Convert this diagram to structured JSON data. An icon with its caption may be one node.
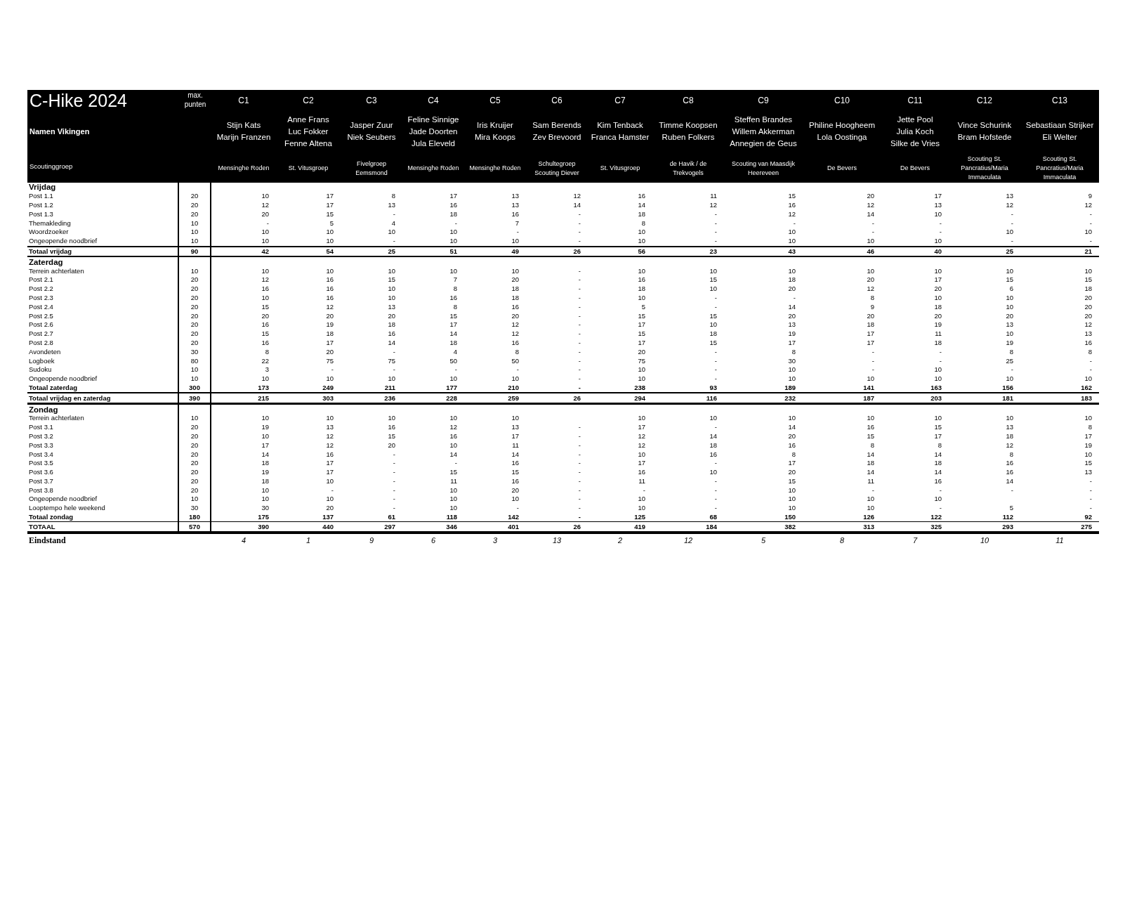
{
  "diagram": {
    "title": "C-Hike 2024",
    "labels": [
      "max. punten",
      "C1",
      "C2",
      "C3",
      "C4",
      "C5",
      "C6",
      "C7",
      "C8",
      "C9",
      "C10",
      "C11",
      "C12",
      "C13",
      "Namen Vikingen",
      "Stijn Kats",
      "Marijn Franzen",
      "Anne Frans",
      "Luc Fokker",
      "Fenne Altena",
      "Jasper Zuur",
      "Niek Seubers",
      "Feline Sinnige",
      "Jade Doorten",
      "Jula Eleveld",
      "Iris Kruijer",
      "Mira Koops",
      "Sam Berends",
      "Zev Brevoord",
      "Kim Tenback",
      "Franca Hamster",
      "Timme Koopsen",
      "Ruben Folkers",
      "Steffen Brandes",
      "Willem Akkerman",
      "Annegien de Geus",
      "Philine Hoogheem",
      "Lola Oostinga",
      "Jette Pool",
      "Julia Koch",
      "Silke de Vries",
      "Vince Schurink",
      "Bram Hofstede",
      "Sebastiaan Strijker",
      "Eli Welter",
      "Scoutinggroep",
      "Mensinghe Roden",
      "St. Vitusgroep",
      "Fivelgroep Eemsmond",
      "Mensinghe Roden",
      "Mensinghe Roden",
      "Schultegroep Scouting Diever",
      "St. Vitusgroep",
      "de Havik / de Trekvogels",
      "Scouting van Maasdijk Heereveen",
      "De Bevers",
      "De Bevers",
      "Scouting St. Pancratius/Maria Immaculata",
      "Scouting St. Pancratius/Maria Immaculata",
      "Vrijdag",
      "Post 1.1",
      "20",
      "10",
      "17",
      "8",
      "17",
      "13",
      "12",
      "16",
      "11",
      "15",
      "20",
      "17",
      "13",
      "9",
      "Post 1.2",
      "20",
      "12",
      "17",
      "13",
      "16",
      "13",
      "14",
      "14",
      "12",
      "16",
      "12",
      "13",
      "12",
      "12",
      "Post 1.3",
      "20",
      "20",
      "15",
      "-",
      "18",
      "16",
      "-",
      "18",
      "-",
      "12",
      "14",
      "10",
      "-",
      "-",
      "Themakleding",
      "10",
      "-",
      "5",
      "4",
      "-",
      "7",
      "-",
      "8",
      "-",
      "-",
      "-",
      "-",
      "-",
      "-",
      "Woordzoeker",
      "10",
      "10",
      "10",
      "10",
      "10",
      "-",
      "-",
      "10",
      "-",
      "10",
      "-",
      "-",
      "10",
      "10",
      "Ongeopende noodbrief",
      "10",
      "10",
      "10",
      "-",
      "10",
      "10",
      "-",
      "10",
      "-",
      "10",
      "10",
      "10",
      "-",
      "-",
      "Totaal vrijdag",
      "90",
      "42",
      "54",
      "25",
      "51",
      "49",
      "26",
      "56",
      "23",
      "43",
      "46",
      "40",
      "25",
      "21",
      "Zaterdag",
      "Terrein achterlaten",
      "10",
      "10",
      "10",
      "10",
      "10",
      "10",
      "-",
      "10",
      "10",
      "10",
      "10",
      "10",
      "10",
      "10",
      "Post 2.1",
      "20",
      "12",
      "16",
      "15",
      "7",
      "20",
      "-",
      "16",
      "15",
      "18",
      "20",
      "17",
      "15",
      "15",
      "Post 2.2",
      "20",
      "16",
      "16",
      "10",
      "8",
      "18",
      "-",
      "18",
      "10",
      "20",
      "12",
      "20",
      "6",
      "18",
      "Post 2.3",
      "20",
      "10",
      "16",
      "10",
      "16",
      "18",
      "-",
      "10",
      "-",
      "-",
      "8",
      "10",
      "10",
      "20",
      "Post 2.4",
      "20",
      "15",
      "12",
      "13",
      "8",
      "16",
      "-",
      "5",
      "-",
      "14",
      "9",
      "18",
      "10",
      "20",
      "Post 2.5",
      "20",
      "20",
      "20",
      "20",
      "15",
      "20",
      "-",
      "15",
      "15",
      "20",
      "20",
      "20",
      "20",
      "20",
      "Post 2.6",
      "20",
      "16",
      "19",
      "18",
      "17",
      "12",
      "-",
      "17",
      "10",
      "13",
      "18",
      "19",
      "13",
      "12",
      "Post 2.7",
      "20",
      "15",
      "18",
      "16",
      "14",
      "12",
      "-",
      "15",
      "18",
      "19",
      "17",
      "11",
      "10",
      "13",
      "Post 2.8",
      "20",
      "16",
      "17",
      "14",
      "18",
      "16",
      "-",
      "17",
      "15",
      "17",
      "17",
      "18",
      "19",
      "16",
      "Avondeten",
      "30",
      "8",
      "20",
      "-",
      "4",
      "8",
      "-",
      "20",
      "-",
      "8",
      "-",
      "-",
      "8",
      "8",
      "Logboek",
      "80",
      "22",
      "75",
      "75",
      "50",
      "50",
      "-",
      "75",
      "-",
      "30",
      "-",
      "-",
      "25",
      "-",
      "Sudoku",
      "10",
      "3",
      "-",
      "-",
      "-",
      "-",
      "-",
      "10",
      "-",
      "10",
      "-",
      "10",
      "-",
      "-",
      "Ongeopende noodbrief",
      "10",
      "10",
      "10",
      "10",
      "10",
      "10",
      "-",
      "10",
      "-",
      "10",
      "10",
      "10",
      "10",
      "10",
      "Totaal zaterdag",
      "300",
      "173",
      "249",
      "211",
      "177",
      "210",
      "-",
      "238",
      "93",
      "189",
      "141",
      "163",
      "156",
      "162",
      "Totaal vrijdag en zaterdag",
      "390",
      "215",
      "303",
      "236",
      "228",
      "259",
      "26",
      "294",
      "116",
      "232",
      "187",
      "203",
      "181",
      "183",
      "Zondag",
      "Terrein achterlaten",
      "10",
      "10",
      "10",
      "10",
      "10",
      "10",
      "10",
      "10",
      "10",
      "10",
      "10",
      "10",
      "10",
      "Post 3.1",
      "20",
      "19",
      "13",
      "16",
      "12",
      "13",
      "-",
      "17",
      "-",
      "14",
      "16",
      "15",
      "13",
      "8",
      "Post 3.2",
      "20",
      "10",
      "12",
      "15",
      "16",
      "17",
      "-",
      "12",
      "14",
      "20",
      "15",
      "17",
      "18",
      "17",
      "Post 3.3",
      "20",
      "17",
      "12",
      "20",
      "10",
      "11",
      "-",
      "12",
      "18",
      "16",
      "8",
      "8",
      "12",
      "19",
      "Post 3.4",
      "20",
      "14",
      "16",
      "-",
      "14",
      "14",
      "-",
      "10",
      "16",
      "8",
      "14",
      "14",
      "8",
      "10",
      "Post 3.5",
      "20",
      "18",
      "17",
      "-",
      "-",
      "16",
      "-",
      "17",
      "-",
      "17",
      "18",
      "18",
      "16",
      "15",
      "Post 3.6",
      "20",
      "19",
      "17",
      "-",
      "15",
      "15",
      "-",
      "16",
      "10",
      "20",
      "14",
      "14",
      "16",
      "13",
      "Post 3.7",
      "20",
      "18",
      "10",
      "-",
      "11",
      "16",
      "-",
      "11",
      "-",
      "15",
      "11",
      "16",
      "14",
      "-",
      "Post 3.8",
      "20",
      "10",
      "-",
      "-",
      "10",
      "20",
      "-",
      "-",
      "-",
      "10",
      "-",
      "-",
      "-",
      "-",
      "Ongeopende noodbrief",
      "10",
      "10",
      "10",
      "-",
      "10",
      "10",
      "-",
      "10",
      "-",
      "10",
      "10",
      "10",
      "-",
      "Looptempo hele weekend",
      "30",
      "30",
      "20",
      "-",
      "10",
      "-",
      "-",
      "10",
      "-",
      "10",
      "10",
      "-",
      "5",
      "-",
      "Totaal zondag",
      "180",
      "175",
      "137",
      "61",
      "118",
      "142",
      "-",
      "125",
      "68",
      "150",
      "126",
      "122",
      "112",
      "92",
      "TOTAAL",
      "570",
      "390",
      "440",
      "297",
      "346",
      "401",
      "26",
      "419",
      "184",
      "382",
      "313",
      "325",
      "293",
      "275",
      "Eindstand",
      "4",
      "1",
      "9",
      "6",
      "3",
      "13",
      "2",
      "12",
      "5",
      "8",
      "7",
      "10",
      "11"
    ]
  }
}
